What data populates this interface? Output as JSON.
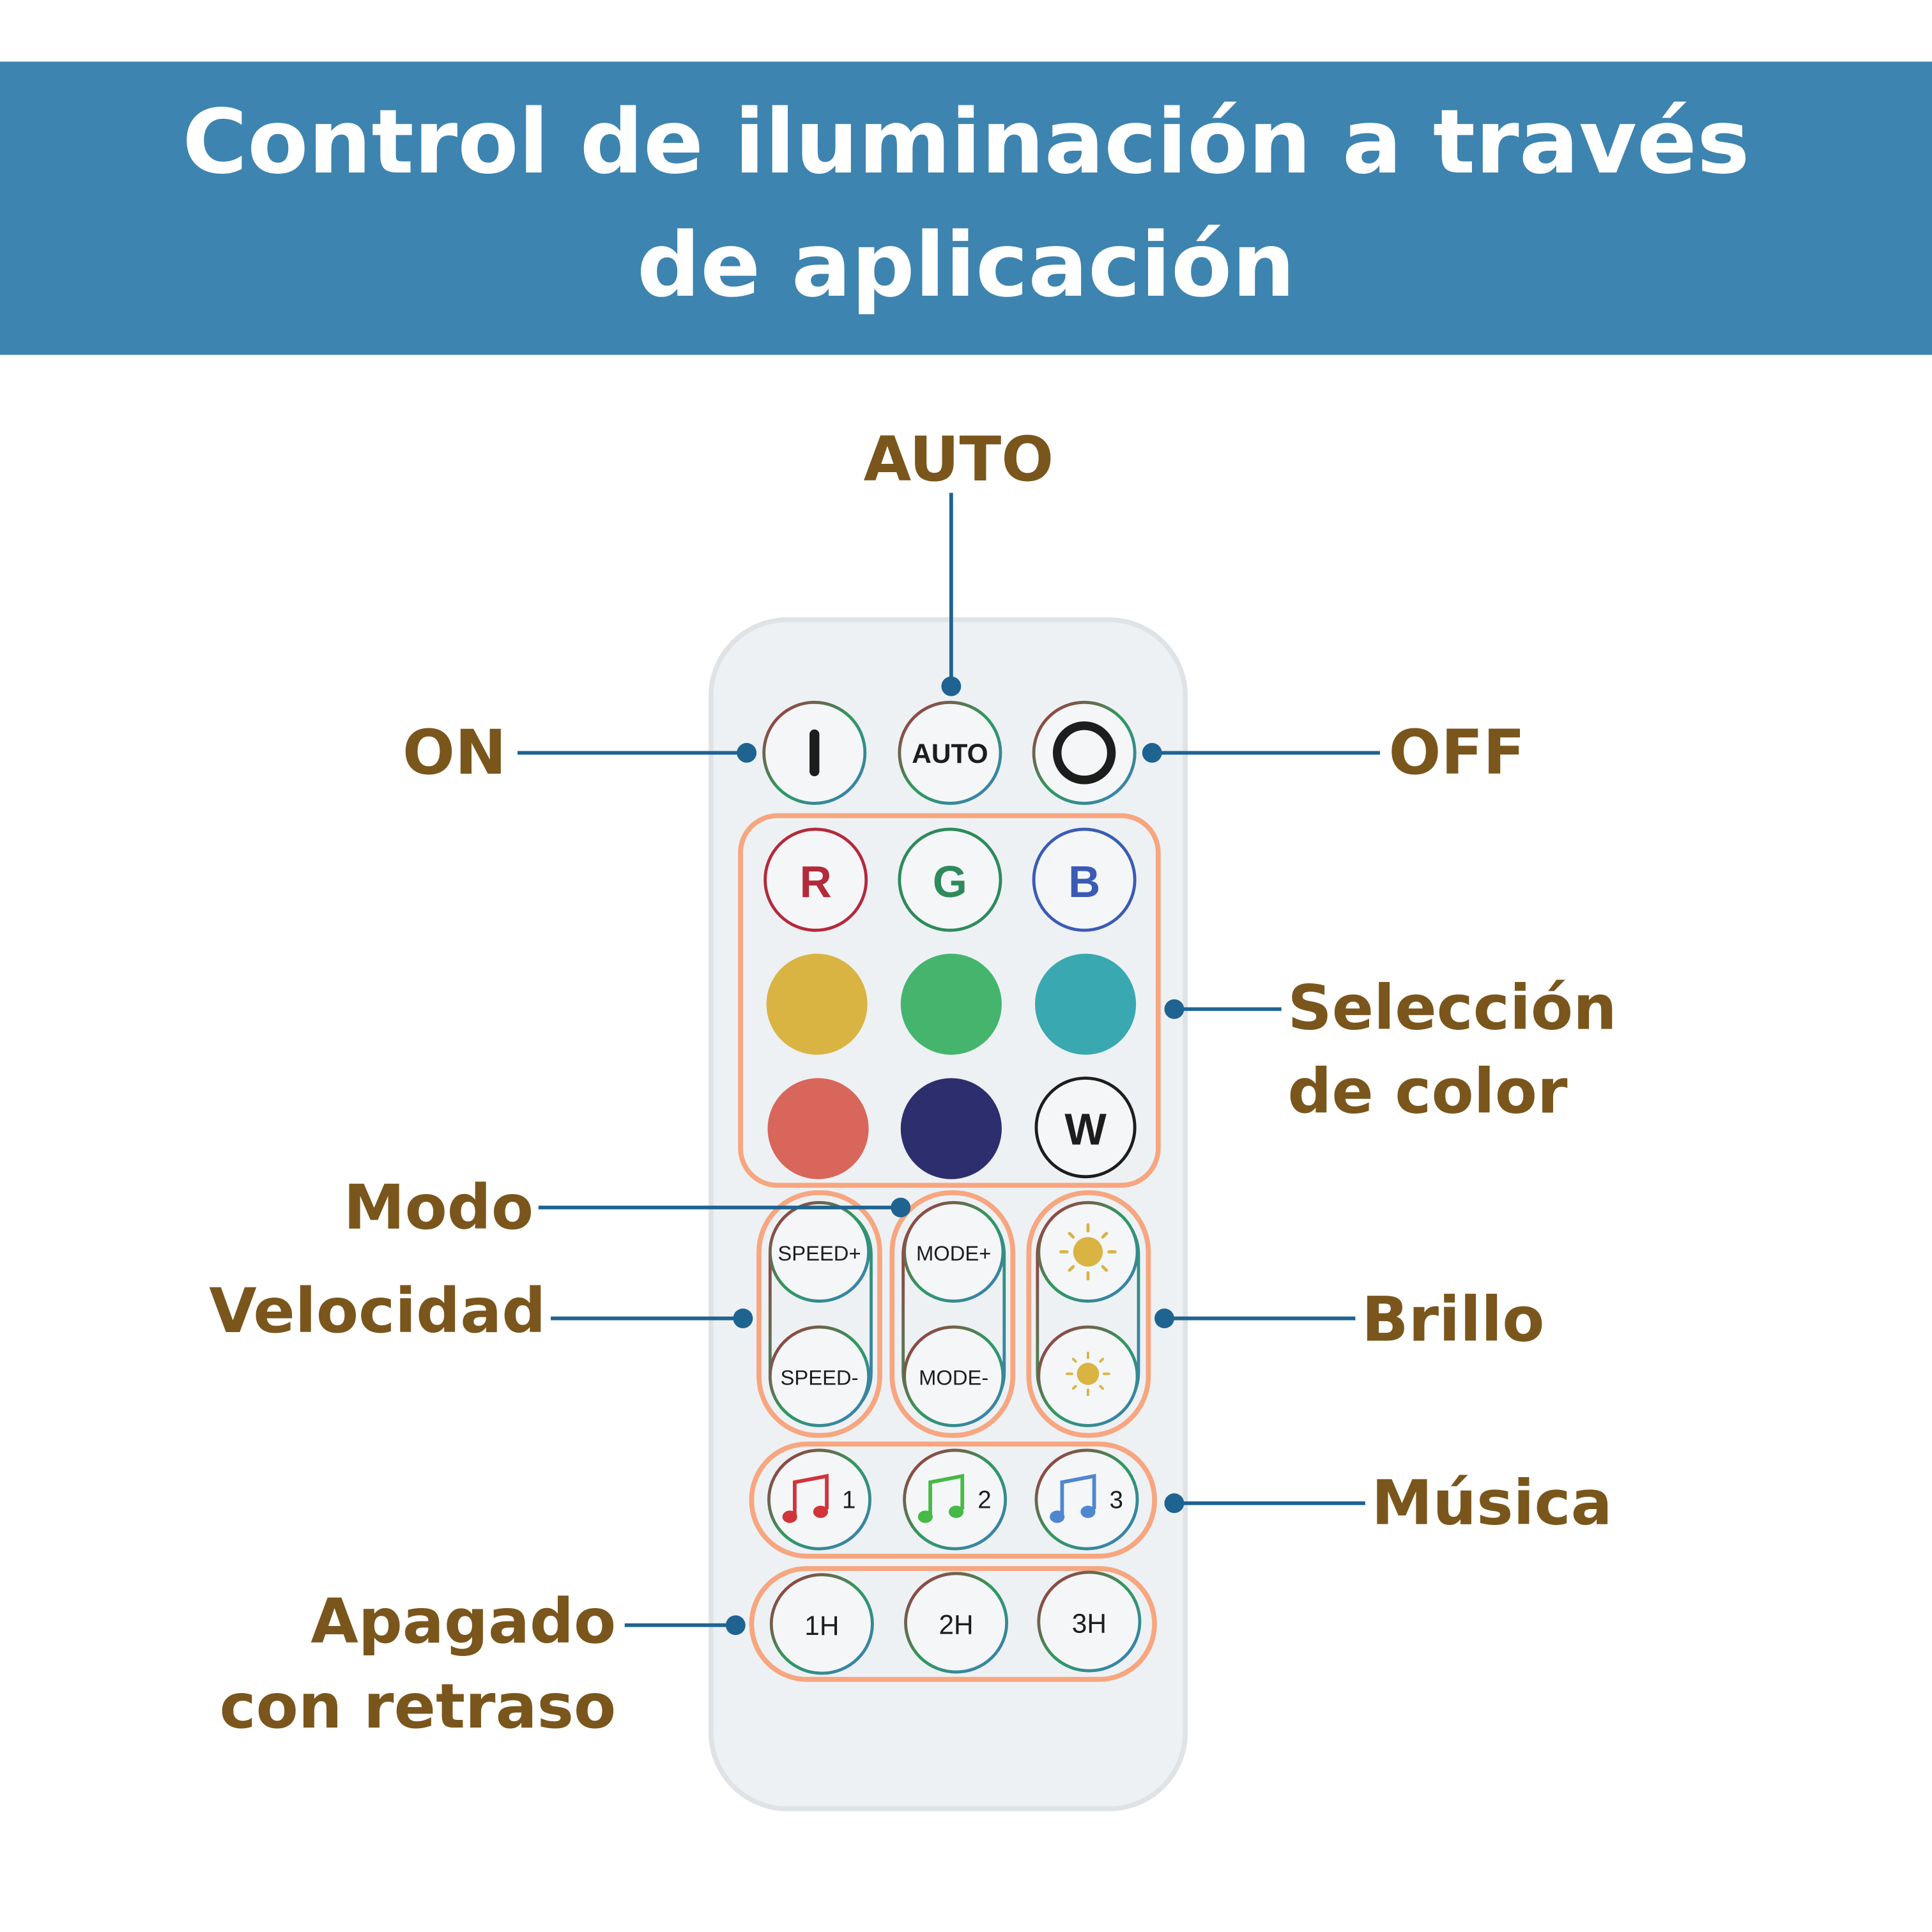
{
  "header": {
    "title_line1": "Control de iluminación a través",
    "title_line2": "de aplicación",
    "bg_color": "#3d84b0"
  },
  "labels": {
    "auto": "AUTO",
    "on": "ON",
    "off": "OFF",
    "color_line1": "Selección",
    "color_line2": "de color",
    "mode": "Modo",
    "speed": "Velocidad",
    "brightness": "Brillo",
    "music": "Música",
    "delay_line1": "Apagado",
    "delay_line2": "con retraso"
  },
  "remote": {
    "power": {
      "on_icon": "power-on-bar-icon",
      "auto": "AUTO",
      "off_icon": "power-off-ring-icon"
    },
    "rgb": [
      "R",
      "G",
      "B"
    ],
    "colors": [
      "#d9b443",
      "#45b56e",
      "#3aa8b0",
      "#d9665a",
      "#2d2e6e"
    ],
    "white": "W",
    "speed": [
      "SPEED+",
      "SPEED-"
    ],
    "mode": [
      "MODE+",
      "MODE-"
    ],
    "brightness_icons": [
      "sun-large-icon",
      "sun-small-icon"
    ],
    "music": [
      "1",
      "2",
      "3"
    ],
    "music_colors": [
      "#d0343a",
      "#46b946",
      "#4f86d0"
    ],
    "timers": [
      "1H",
      "2H",
      "3H"
    ]
  }
}
